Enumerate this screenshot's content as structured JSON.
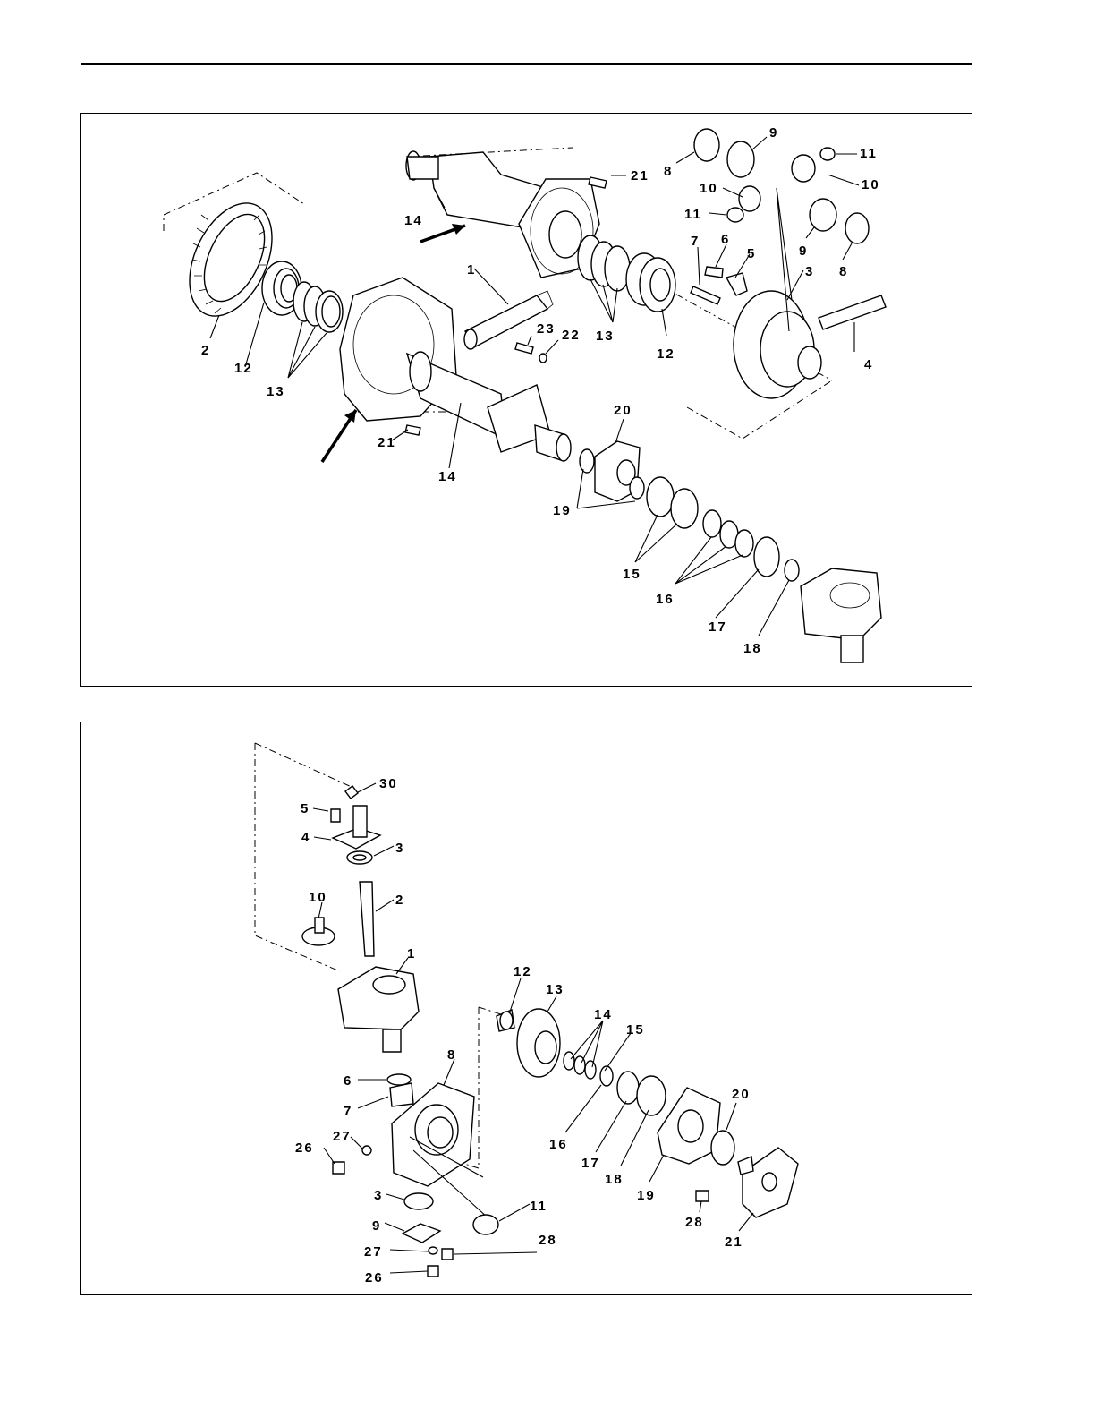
{
  "top_diagram": {
    "labels": [
      {
        "id": "l1",
        "text": "1"
      },
      {
        "id": "l2",
        "text": "2"
      },
      {
        "id": "l3",
        "text": "3"
      },
      {
        "id": "l4",
        "text": "4"
      },
      {
        "id": "l5",
        "text": "5"
      },
      {
        "id": "l6",
        "text": "6"
      },
      {
        "id": "l7",
        "text": "7"
      },
      {
        "id": "l8a",
        "text": "8"
      },
      {
        "id": "l8b",
        "text": "8"
      },
      {
        "id": "l9a",
        "text": "9"
      },
      {
        "id": "l9b",
        "text": "9"
      },
      {
        "id": "l10a",
        "text": "10"
      },
      {
        "id": "l10b",
        "text": "10"
      },
      {
        "id": "l11a",
        "text": "11"
      },
      {
        "id": "l11b",
        "text": "11"
      },
      {
        "id": "l12a",
        "text": "12"
      },
      {
        "id": "l12b",
        "text": "12"
      },
      {
        "id": "l13a",
        "text": "13"
      },
      {
        "id": "l13b",
        "text": "13"
      },
      {
        "id": "l14a",
        "text": "14"
      },
      {
        "id": "l14b",
        "text": "14"
      },
      {
        "id": "l15",
        "text": "15"
      },
      {
        "id": "l16",
        "text": "16"
      },
      {
        "id": "l17",
        "text": "17"
      },
      {
        "id": "l18",
        "text": "18"
      },
      {
        "id": "l19",
        "text": "19"
      },
      {
        "id": "l20",
        "text": "20"
      },
      {
        "id": "l21a",
        "text": "21"
      },
      {
        "id": "l21b",
        "text": "21"
      },
      {
        "id": "l22",
        "text": "22"
      },
      {
        "id": "l23",
        "text": "23"
      }
    ]
  },
  "bottom_diagram": {
    "labels": [
      {
        "id": "b1",
        "text": "1"
      },
      {
        "id": "b2",
        "text": "2"
      },
      {
        "id": "b3a",
        "text": "3"
      },
      {
        "id": "b3b",
        "text": "3"
      },
      {
        "id": "b4",
        "text": "4"
      },
      {
        "id": "b5",
        "text": "5"
      },
      {
        "id": "b6",
        "text": "6"
      },
      {
        "id": "b7",
        "text": "7"
      },
      {
        "id": "b8",
        "text": "8"
      },
      {
        "id": "b9",
        "text": "9"
      },
      {
        "id": "b10",
        "text": "10"
      },
      {
        "id": "b11",
        "text": "11"
      },
      {
        "id": "b12",
        "text": "12"
      },
      {
        "id": "b13",
        "text": "13"
      },
      {
        "id": "b14",
        "text": "14"
      },
      {
        "id": "b15",
        "text": "15"
      },
      {
        "id": "b16",
        "text": "16"
      },
      {
        "id": "b17",
        "text": "17"
      },
      {
        "id": "b18",
        "text": "18"
      },
      {
        "id": "b19",
        "text": "19"
      },
      {
        "id": "b20",
        "text": "20"
      },
      {
        "id": "b21",
        "text": "21"
      },
      {
        "id": "b26a",
        "text": "26"
      },
      {
        "id": "b26b",
        "text": "26"
      },
      {
        "id": "b27a",
        "text": "27"
      },
      {
        "id": "b27b",
        "text": "27"
      },
      {
        "id": "b28a",
        "text": "28"
      },
      {
        "id": "b28b",
        "text": "28"
      },
      {
        "id": "b30",
        "text": "30"
      }
    ]
  }
}
